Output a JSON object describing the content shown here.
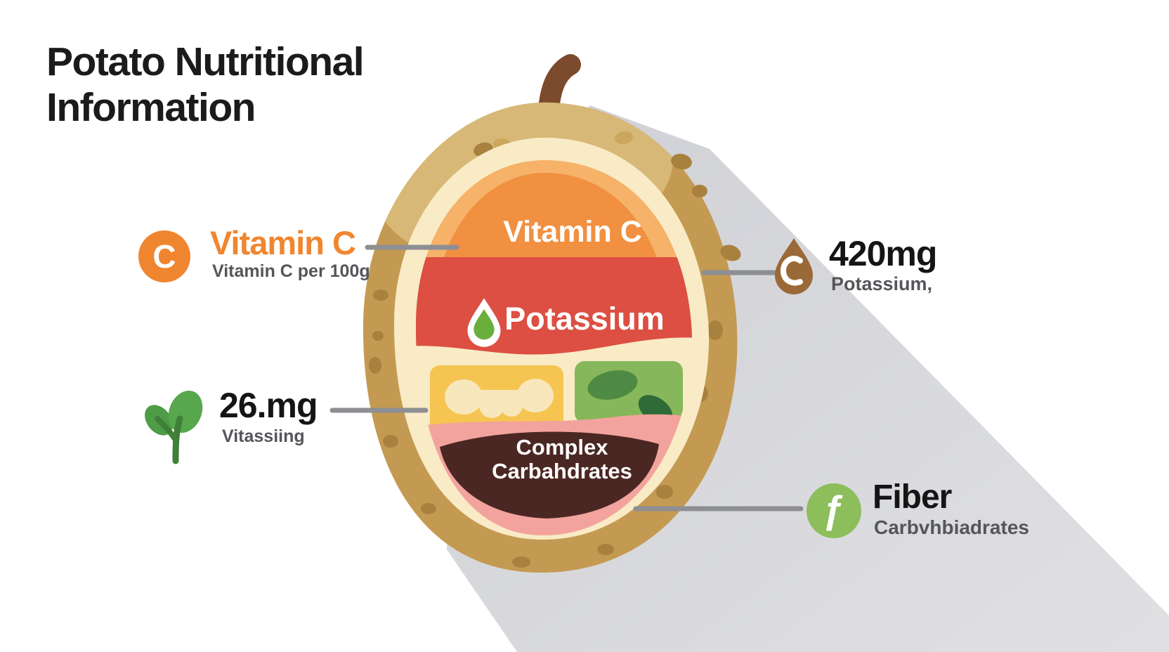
{
  "title": "Potato Nutritional Information",
  "callouts": {
    "vitamin_c": {
      "icon": "c-badge-icon",
      "icon_letter": "C",
      "heading": "Vitamin C",
      "subheading": "Vitamin C per 100g"
    },
    "vitamin_amount": {
      "icon": "leaf-icon",
      "heading": "26.mg",
      "subheading": "Vitassiing"
    },
    "potassium": {
      "icon": "droplet-icon",
      "heading": "420mg",
      "subheading": "Potassium,"
    },
    "fiber": {
      "icon": "fiber-f-icon",
      "icon_glyph": "ƒ",
      "heading": "Fiber",
      "subheading": "Carbvhbiadrates"
    }
  },
  "potato": {
    "sections": {
      "vitamin_c": "Vitamin C",
      "potassium": "Potassium",
      "complex_carbs": "Complex Carbahdrates"
    }
  },
  "palette": {
    "skin": "#c49a52",
    "skin_light": "#d7b877",
    "skin_spot": "#a8813e",
    "cream": "#f9ebc6",
    "orange_section": "#f09040",
    "orange_light": "#f6b269",
    "red_section": "#dc4f42",
    "yellow_section": "#f6c450",
    "green_section": "#86b75a",
    "pink_band": "#f3a39d",
    "brown_section": "#4b2723",
    "stem_brown": "#7c4a2c",
    "shadow_gray": "#d6d7db",
    "accent_orange": "#f1862f",
    "fiber_green": "#8cbe5c",
    "connector_gray": "#8e8f93"
  }
}
